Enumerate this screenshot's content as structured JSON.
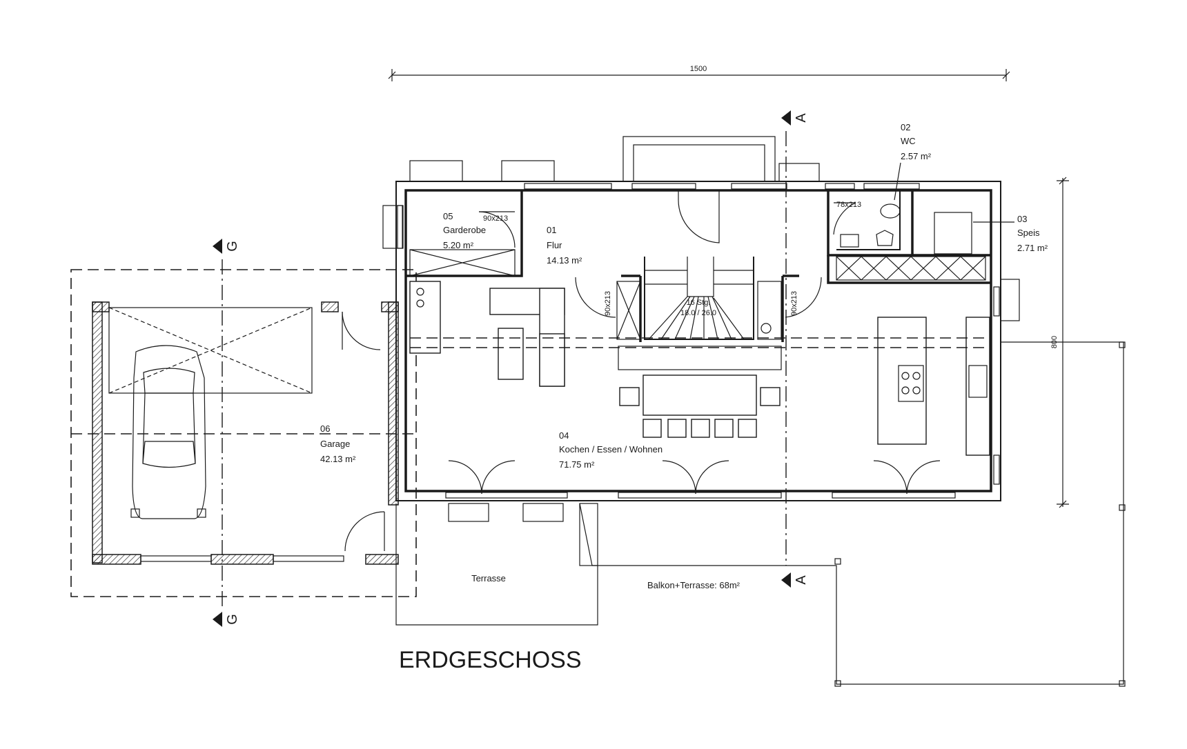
{
  "drawing": {
    "title": "ERDGESCHOSS",
    "dimension_width": "1500",
    "dimension_depth": "800",
    "section_a": "A",
    "section_g": "G"
  },
  "rooms": [
    {
      "number": "01",
      "name": "Flur",
      "area": "14.13 m²"
    },
    {
      "number": "02",
      "name": "WC",
      "area": "2.57 m²"
    },
    {
      "number": "03",
      "name": "Speis",
      "area": "2.71 m²"
    },
    {
      "number": "04",
      "name": "Kochen / Essen / Wohnen",
      "area": "71.75 m²"
    },
    {
      "number": "05",
      "name": "Garderobe",
      "area": "5.20 m²"
    },
    {
      "number": "06",
      "name": "Garage",
      "area": "42.13 m²"
    }
  ],
  "doors": {
    "garderobe": "90x213",
    "wc": "78x213",
    "stair_left": "90x213",
    "stair_right": "90x213"
  },
  "stair": {
    "steps": "16 Stg.",
    "ratio": "18.0 / 26.0"
  },
  "outdoor": {
    "terrasse": "Terrasse",
    "balkon": "Balkon+Terrasse:  68m²"
  }
}
